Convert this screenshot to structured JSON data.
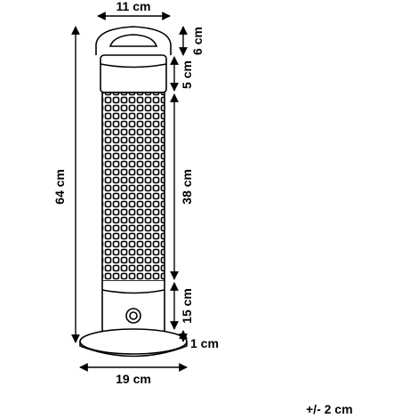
{
  "dimensions": {
    "top_width": "11 cm",
    "handle_height": "6 cm",
    "cap_height": "5 cm",
    "grille_height": "38 cm",
    "base_column_height": "15 cm",
    "foot_height": "1 cm",
    "total_height": "64 cm",
    "base_width": "19 cm"
  },
  "tolerance": "+/- 2 cm",
  "colors": {
    "line": "#000000",
    "background": "#ffffff"
  }
}
